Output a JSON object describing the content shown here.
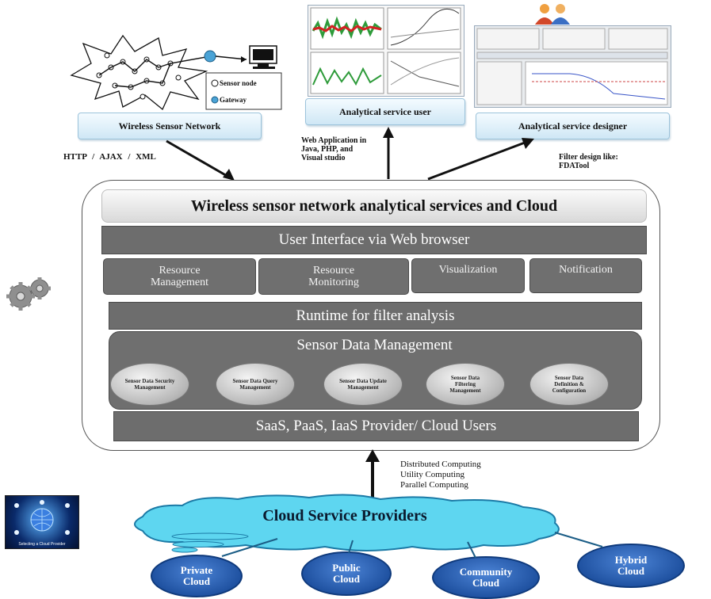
{
  "network": {
    "sensor_node_label": "Sensor node",
    "gateway_label": "Gateway",
    "box_label": "Wireless Sensor Network"
  },
  "analytical_user": {
    "box_label": "Analytical service user"
  },
  "analytical_designer": {
    "box_label": "Analytical service designer"
  },
  "notes": {
    "http_ajax": "HTTP / AJAX / XML",
    "web_apps": "Web Application in Java, PHP, and Visual studio",
    "filter_design": "Filter design like: FDATool"
  },
  "main": {
    "title": "Wireless sensor network analytical services and Cloud",
    "ui_bar": "User Interface via Web browser",
    "modules": [
      {
        "label": "Resource Management"
      },
      {
        "label": "Resource Monitoring"
      },
      {
        "label": "Visualization"
      },
      {
        "label": "Notification"
      }
    ],
    "runtime": "Runtime for filter analysis",
    "sdm_title": "Sensor Data Management",
    "sdm_items": [
      {
        "label": "Sensor Data Security Management"
      },
      {
        "label": "Sensor Data Query Management"
      },
      {
        "label": "Sensor Data Update Management"
      },
      {
        "label": "Sensor Data Filtering Management"
      },
      {
        "label": "Sensor Data Definition & Configuration"
      }
    ],
    "provider_bar": "SaaS, PaaS, IaaS Provider/ Cloud Users"
  },
  "computing": {
    "line1": "Distributed Computing",
    "line2": "Utility Computing",
    "line3": "Parallel Computing"
  },
  "cloud": {
    "title": "Cloud Service Providers",
    "thumb_caption": "Selecting a Cloud Provider",
    "types": [
      {
        "label": "Private Cloud"
      },
      {
        "label": "Public Cloud"
      },
      {
        "label": "Community Cloud"
      },
      {
        "label": "Hybrid Cloud"
      }
    ]
  },
  "colors": {
    "bar_gray": "#6d6d6d",
    "cloud_cyan": "#5ed6f0",
    "oval_blue": "#1d4f9e",
    "service_box": "#cfe7f5"
  }
}
